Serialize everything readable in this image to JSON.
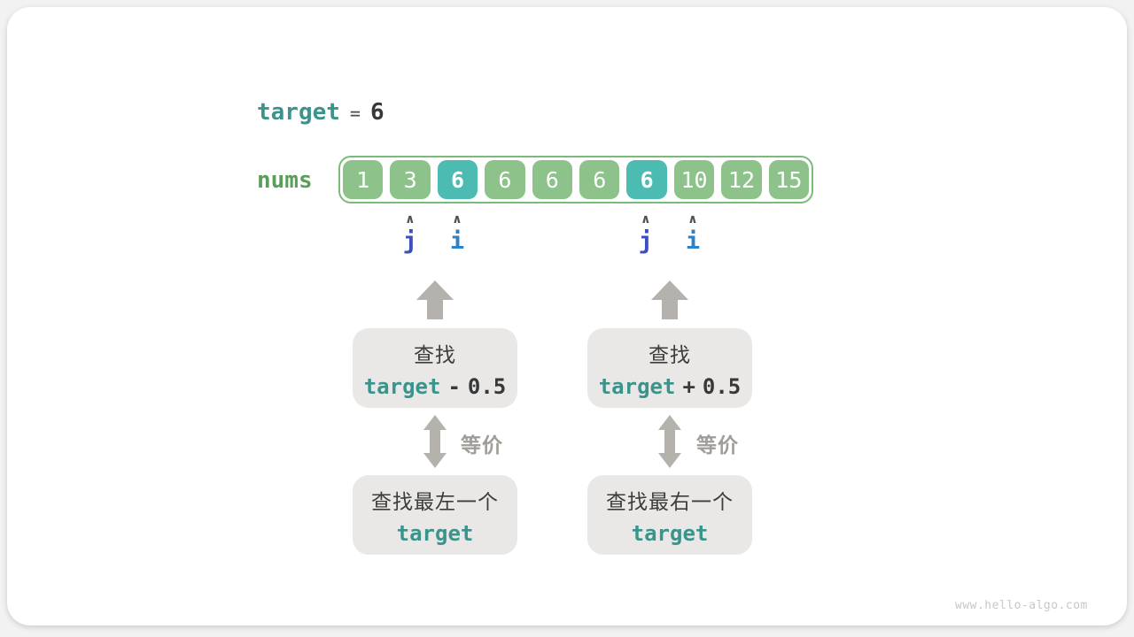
{
  "colors": {
    "teal": "#3a948b",
    "green_label": "#5b9d5b",
    "array_border": "#7bbb79",
    "cell_green": "#8ec28b",
    "cell_teal": "#4cbcb2",
    "pointer_j": "#3b4ec2",
    "pointer_i": "#2d81c6",
    "arrow_gray": "#b5b1ac",
    "box_bg": "#e9e8e6",
    "equiv_gray": "#a09c97",
    "watermark_gray": "#c9c7c3"
  },
  "header": {
    "var_name": "target",
    "equals": "=",
    "value": "6"
  },
  "array": {
    "label": "nums",
    "cells": [
      {
        "value": "1",
        "highlight": false
      },
      {
        "value": "3",
        "highlight": false
      },
      {
        "value": "6",
        "highlight": true
      },
      {
        "value": "6",
        "highlight": false
      },
      {
        "value": "6",
        "highlight": false
      },
      {
        "value": "6",
        "highlight": false
      },
      {
        "value": "6",
        "highlight": true
      },
      {
        "value": "10",
        "highlight": false
      },
      {
        "value": "12",
        "highlight": false
      },
      {
        "value": "15",
        "highlight": false
      }
    ]
  },
  "pointers": [
    {
      "label": "j",
      "cell_index": 1
    },
    {
      "label": "i",
      "cell_index": 2
    },
    {
      "label": "j",
      "cell_index": 6
    },
    {
      "label": "i",
      "cell_index": 7
    }
  ],
  "flows": [
    {
      "search_box": {
        "prefix": "查找",
        "expr_var": "target",
        "expr_op": "-",
        "expr_num": "0.5"
      },
      "equiv_label": "等价",
      "result_box": {
        "text": "查找最左一个",
        "var_name": "target"
      }
    },
    {
      "search_box": {
        "prefix": "查找",
        "expr_var": "target",
        "expr_op": "+",
        "expr_num": "0.5"
      },
      "equiv_label": "等价",
      "result_box": {
        "text": "查找最右一个",
        "var_name": "target"
      }
    }
  ],
  "watermark": "www.hello-algo.com"
}
